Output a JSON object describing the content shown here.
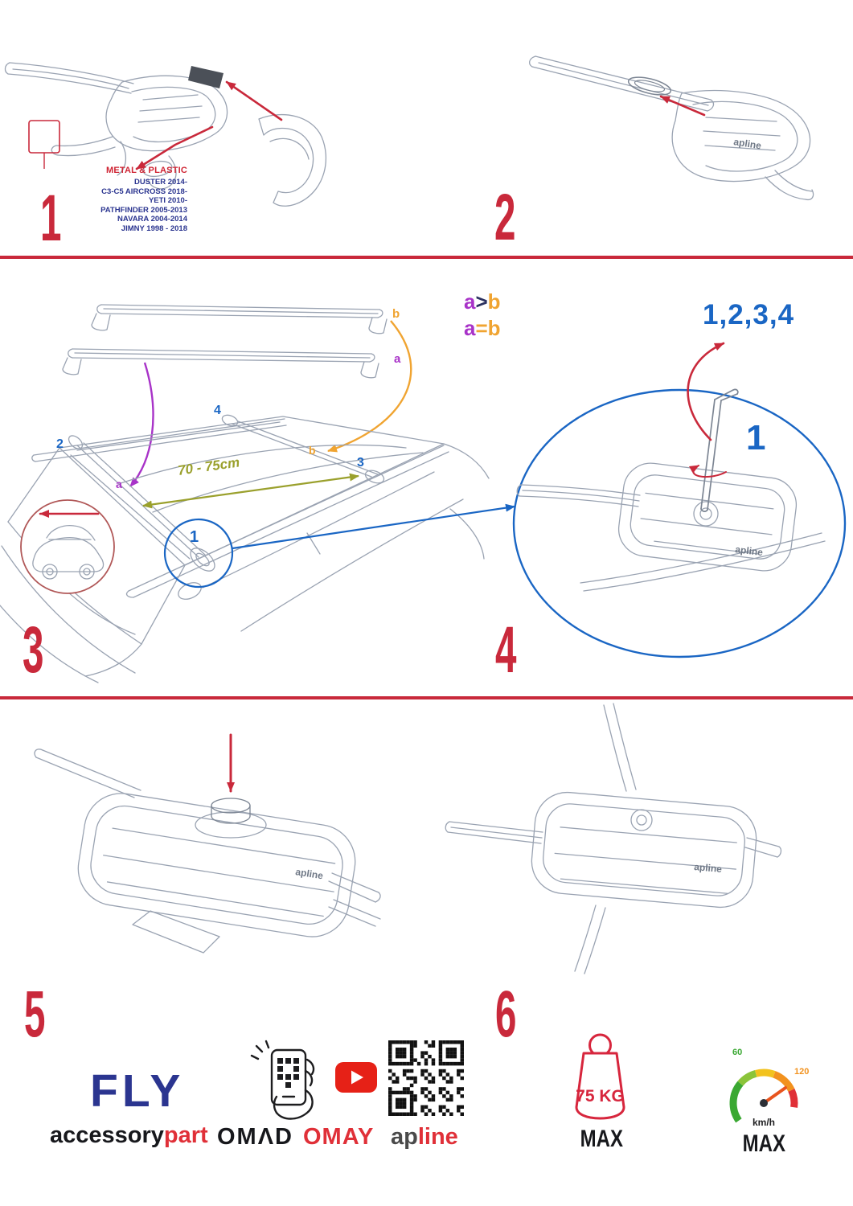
{
  "colors": {
    "accent_red": "#c9293b",
    "sketch_gray": "#9aa3b2",
    "brand_navy": "#2b3590",
    "callout_blue": "#1a66c4",
    "label_purple": "#a833c8",
    "label_orange": "#f0a431",
    "measure_olive": "#9aa02c",
    "brand_red": "#e03038",
    "youtube_red": "#e62117"
  },
  "steps": {
    "s1": {
      "number": "1",
      "material": "METAL & PLASTIC",
      "models": [
        "DUSTER 2014-",
        "C3-C5 AIRCROSS 2018-",
        "YETI 2010-",
        "PATHFINDER 2005-2013",
        "NAVARA 2004-2014",
        "JIMNY 1998 - 2018"
      ]
    },
    "s2": {
      "number": "2"
    },
    "s3": {
      "number": "3",
      "bar_label_a": "a",
      "bar_label_b": "b",
      "rule_gt": {
        "a": "a",
        "op": ">",
        "b": "b"
      },
      "rule_eq": {
        "a": "a",
        "op": "=",
        "b": "b"
      },
      "distance": "70 - 75cm",
      "pos_1": "1",
      "pos_2": "2",
      "pos_3": "3",
      "pos_4": "4",
      "roof_a": "a",
      "roof_b": "b"
    },
    "s4": {
      "number": "4",
      "sequence": "1,2,3,4",
      "pos_1": "1"
    },
    "s5": {
      "number": "5"
    },
    "s6": {
      "number": "6"
    }
  },
  "branding": {
    "product": "FLY",
    "accessory": "accessory",
    "part": "part",
    "omad": "OMΛD",
    "omay": "OMAY",
    "apline_ap": "ap",
    "apline_line": "line",
    "foot_logo": "apline"
  },
  "limits": {
    "weight_value": "75 KG",
    "weight_max": "MAX",
    "speed_low": "60",
    "speed_high": "120",
    "speed_unit": "km/h",
    "speed_max": "MAX"
  },
  "icons": {
    "hand_scan": "hand-scan-qr-icon",
    "youtube": "youtube-play-icon",
    "qr": "qr-code",
    "weight": "weight-limit-icon",
    "speedometer": "speed-limit-icon"
  }
}
